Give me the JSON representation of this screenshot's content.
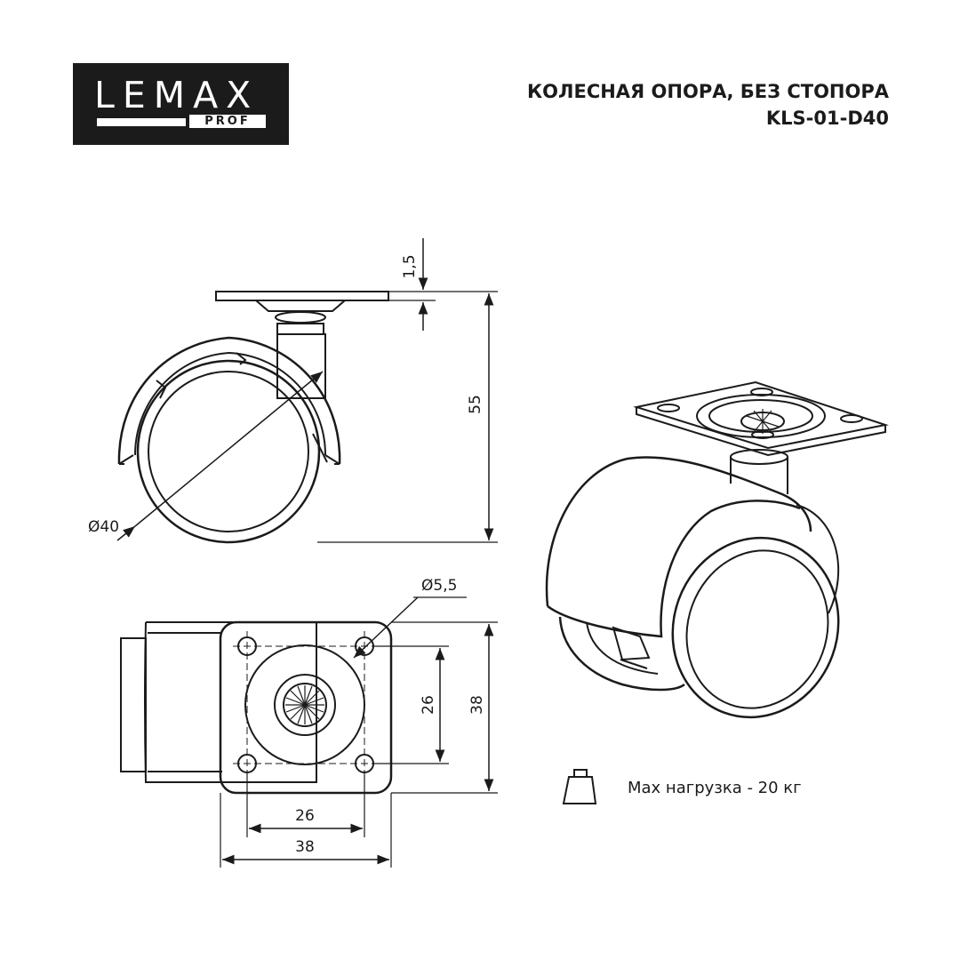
{
  "brand": {
    "name": "LEMAX",
    "sub": "PROF"
  },
  "title": {
    "line1": "КОЛЕСНАЯ ОПОРА, БЕЗ СТОПОРА",
    "line2": "KLS-01-D40"
  },
  "dimensions": {
    "plate_thickness": "1,5",
    "height": "55",
    "wheel_diameter": "Ø40",
    "hole_diameter": "Ø5,5",
    "hole_spacing_v": "26",
    "plate_size_v": "38",
    "hole_spacing_h": "26",
    "plate_size_h": "38"
  },
  "load": {
    "label": "Max нагрузка - 20 кг",
    "icon": "weight-icon"
  },
  "colors": {
    "ink": "#1b1b1b",
    "background": "#ffffff"
  }
}
